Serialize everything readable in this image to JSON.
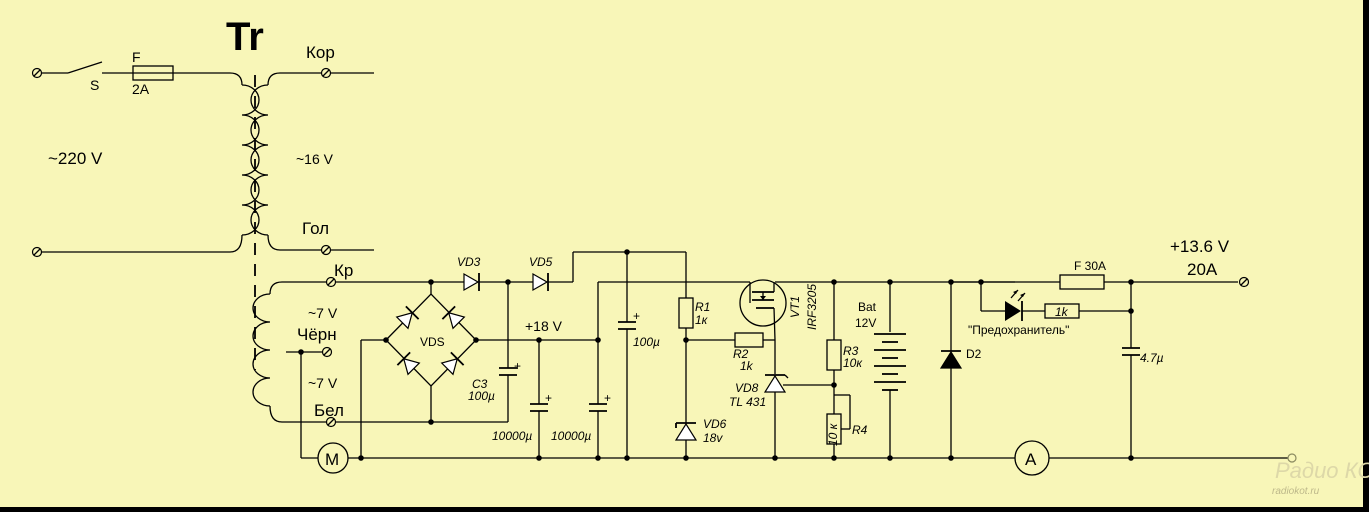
{
  "labels": {
    "tr": "Tr",
    "kor": "Кор",
    "gol": "Гол",
    "kr": "Кр",
    "chern": "Чёрн",
    "bel": "Бел",
    "v16": "~16 V",
    "v7a": "~7 V",
    "v7b": "~7 V",
    "v220": "~220 V",
    "s": "S",
    "f": "F",
    "f_rating": "2A",
    "vd3": "VD3",
    "vd5": "VD5",
    "vds": "VDS",
    "v18": "+18 V",
    "c3": "C3",
    "c3_val": "100µ",
    "c_10000_a": "10000µ",
    "c_10000_b": "10000µ",
    "c_100": "100µ",
    "r1": "R1",
    "r1_val": "1к",
    "r2": "R2",
    "r2_val": "1k",
    "vd6": "VD6",
    "vd6_val": "18v",
    "vt1": "VT1",
    "vt1_type": "IRF3205",
    "vd8": "VD8",
    "vd8_type": "TL 431",
    "r3": "R3",
    "r3_val": "10к",
    "r4": "R4",
    "r4_val": "10 к",
    "bat": "Bat",
    "bat_val": "12V",
    "d2": "D2",
    "f30": "F 30A",
    "r_led": "1k",
    "fuse_note": "\"Предохранитель\"",
    "c47": "4.7µ",
    "out_v": "+13.6 V",
    "out_a": "20A",
    "motor": "M",
    "ammeter": "A",
    "wm_brand": "Радио КОТ",
    "wm_url": "radiokot.ru"
  },
  "colors": {
    "background": "#f8f6b8",
    "border": "#000000",
    "ink": "#000000",
    "watermark": "#ddd8a8"
  }
}
